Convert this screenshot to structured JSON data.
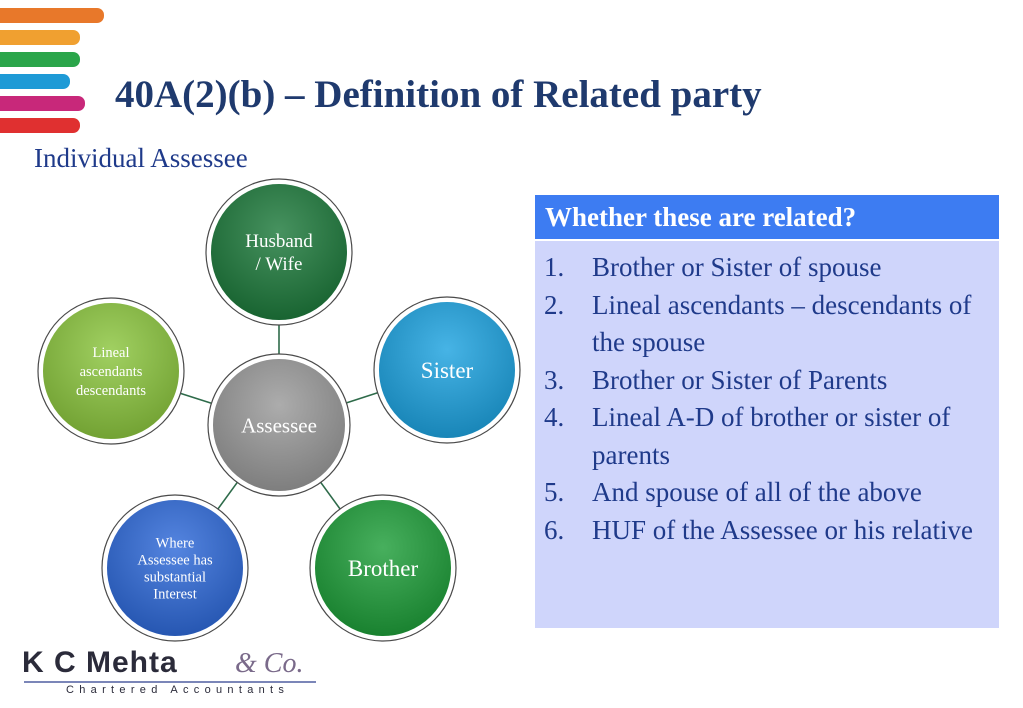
{
  "slide": {
    "title": "40A(2)(b) – Definition of Related party",
    "subtitle": "Individual Assessee"
  },
  "diagram": {
    "center": {
      "label": "Assessee",
      "color": "#9a9a9a"
    },
    "nodes": [
      {
        "id": "husband-wife",
        "lines": [
          "Husband",
          "/ Wife"
        ],
        "color": "#1e7a3c"
      },
      {
        "id": "sister",
        "lines": [
          "Sister"
        ],
        "color": "#1ea3e0"
      },
      {
        "id": "brother",
        "lines": [
          "Brother"
        ],
        "color": "#1f9e3a"
      },
      {
        "id": "substantial-interest",
        "lines": [
          "Where",
          "Assessee has",
          "substantial",
          "Interest"
        ],
        "color": "#2f6ad9"
      },
      {
        "id": "lineal",
        "lines": [
          "Lineal",
          "ascendants",
          "descendants"
        ],
        "color": "#8cc63f"
      }
    ],
    "connector_color": "#2e6b4a"
  },
  "panel": {
    "header": "Whether these are related?",
    "items": [
      {
        "num": "1.",
        "text": "Brother or Sister of spouse"
      },
      {
        "num": "2.",
        "text": "Lineal ascendants – descendants of the spouse"
      },
      {
        "num": "3.",
        "text": "Brother or Sister of Parents"
      },
      {
        "num": "4.",
        "text": "Lineal A-D of brother or sister of parents"
      },
      {
        "num": "5.",
        "text": "And spouse of all of the above"
      },
      {
        "num": "6.",
        "text": "HUF of the Assessee or his relative"
      }
    ]
  },
  "logo": {
    "name": "K C Mehta",
    "suffix": "& Co.",
    "tagline": "Chartered Accountants"
  },
  "stripe_colors": [
    "#e8782a",
    "#f0a030",
    "#2aa54a",
    "#1e9ad6",
    "#c8287a",
    "#e03030"
  ]
}
